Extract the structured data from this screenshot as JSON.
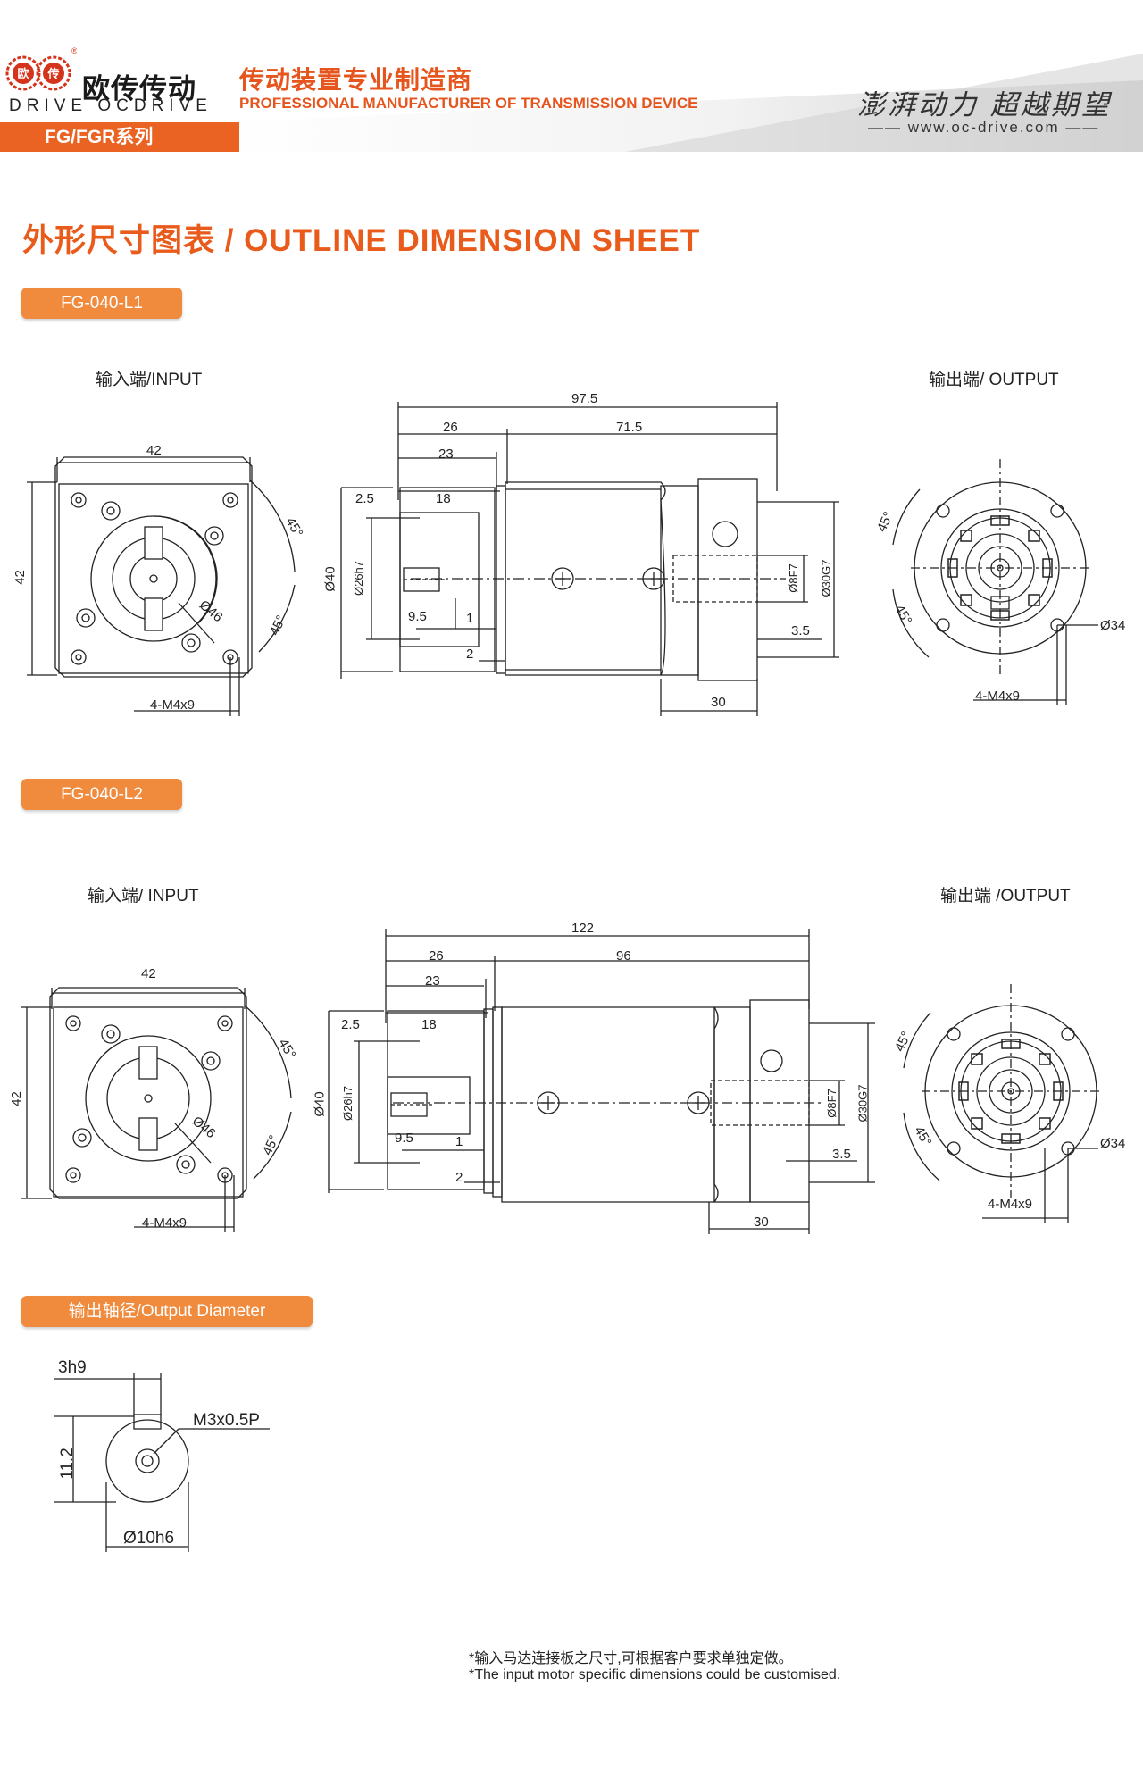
{
  "header": {
    "brand_cn": "欧传传动",
    "brand_en": "DRIVE OCDRIVE",
    "logo_left_char": "欧",
    "logo_right_char": "传",
    "tagline_cn": "传动装置专业制造商",
    "tagline_en": "PROFESSIONAL MANUFACTURER OF TRANSMISSION DEVICE",
    "slogan": "澎湃动力 超越期望",
    "website": "www.oc-drive.com",
    "series": "FG/FGR系列"
  },
  "page_title": "外形尺寸图表 / OUTLINE DIMENSION SHEET",
  "models": [
    {
      "name": "FG-040-L1",
      "input_label": "输入端/INPUT",
      "output_label": "输出端/ OUTPUT",
      "dims": {
        "total": "97.5",
        "d26": "26",
        "d71": "71.5",
        "d23": "23",
        "d18": "18",
        "d2_5": "2.5",
        "d9_5": "9.5",
        "d1": "1",
        "d2": "2",
        "phi40": "Ø40",
        "phi26": "Ø26h7",
        "phi8": "Ø8F7",
        "phi30": "Ø30G7",
        "d3_5": "3.5",
        "d30": "30",
        "sq42w": "42",
        "sq42h": "42",
        "phi46": "Ø46",
        "angle_a": "45°",
        "angle_b": "45°",
        "holes_in": "4-M4x9",
        "phi34": "Ø34",
        "holes_out": "4-M4x9",
        "oangle_a": "45°",
        "oangle_b": "45°"
      }
    },
    {
      "name": "FG-040-L2",
      "input_label": "输入端/ INPUT",
      "output_label": "输出端 /OUTPUT",
      "dims": {
        "total": "122",
        "d26": "26",
        "d71": "96",
        "d23": "23",
        "d18": "18",
        "d2_5": "2.5",
        "d9_5": "9.5",
        "d1": "1",
        "d2": "2",
        "phi40": "Ø40",
        "phi26": "Ø26h7",
        "phi8": "Ø8F7",
        "phi30": "Ø30G7",
        "d3_5": "3.5",
        "d30": "30",
        "sq42w": "42",
        "sq42h": "42",
        "phi46": "Ø46",
        "angle_a": "45°",
        "angle_b": "45°",
        "holes_in": "4-M4x9",
        "phi34": "Ø34",
        "holes_out": "4-M4x9",
        "oangle_a": "45°",
        "oangle_b": "45°"
      }
    }
  ],
  "output_diameter": {
    "title": "输出轴径/Output Diameter",
    "key_width": "3h9",
    "thread": "M3x0.5P",
    "height": "11.2",
    "diameter": "Ø10h6"
  },
  "notes": {
    "cn": "*输入马达连接板之尺寸,可根据客户要求单独定做。",
    "en": "*The input motor specific dimensions could be customised."
  },
  "colors": {
    "accent": "#e95b1b",
    "tag": "#f08a3c",
    "line": "#222222",
    "header_gray": "#d9d9d9"
  }
}
